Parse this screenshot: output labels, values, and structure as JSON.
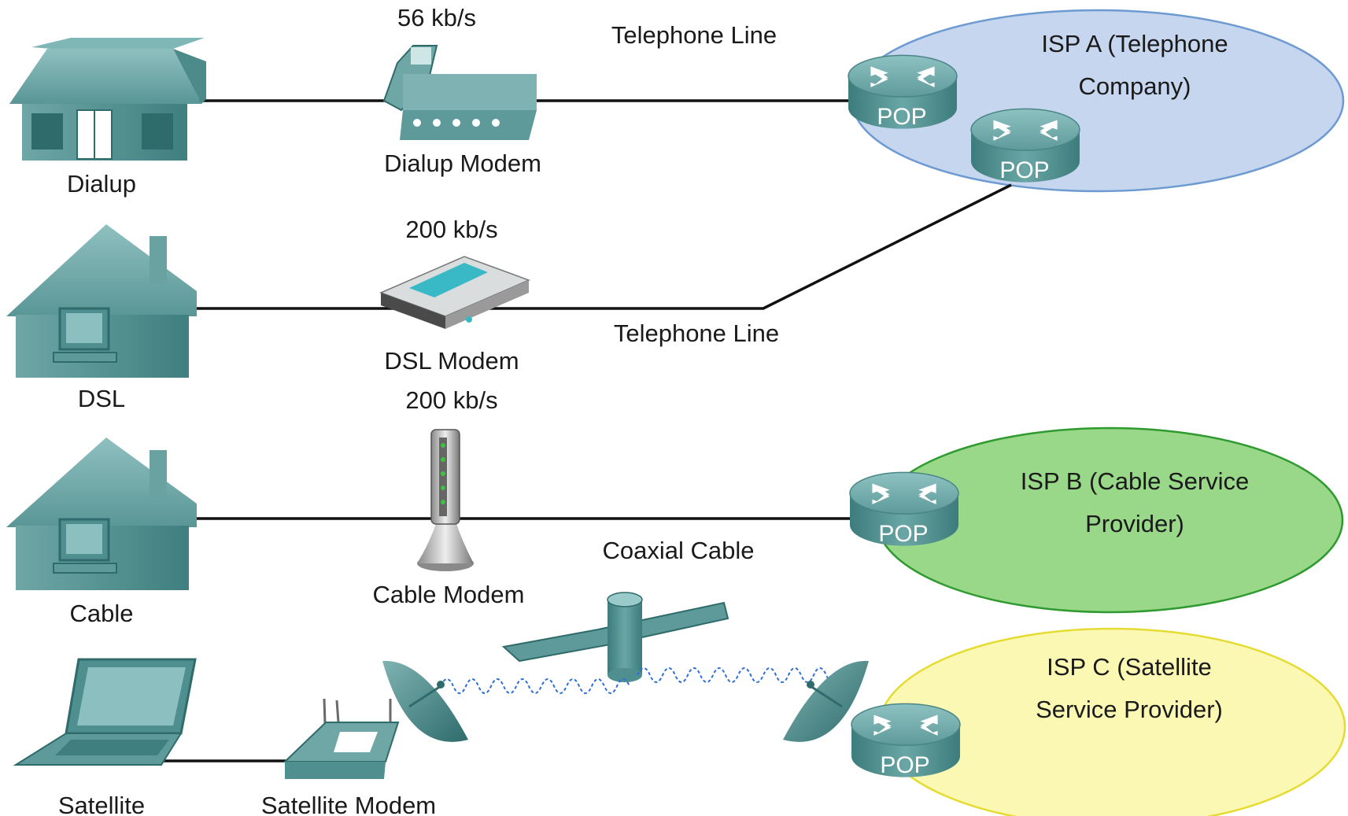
{
  "speeds": {
    "dialup": "56 kb/s",
    "dsl": "200 kb/s",
    "cable": "200 kb/s"
  },
  "connections": {
    "dialup_line": "Telephone Line",
    "dsl_line": "Telephone Line",
    "cable_line": "Coaxial Cable"
  },
  "homes": {
    "dialup": "Dialup",
    "dsl": "DSL",
    "cable": "Cable",
    "satellite": "Satellite"
  },
  "modems": {
    "dialup": "Dialup Modem",
    "dsl": "DSL Modem",
    "cable": "Cable Modem",
    "satellite": "Satellite Modem"
  },
  "isps": {
    "a_line1": "ISP A (Telephone",
    "a_line2": "Company)",
    "b_line1": "ISP B (Cable Service",
    "b_line2": "Provider)",
    "c_line1": "ISP C (Satellite",
    "c_line2": "Service Provider)"
  },
  "pop_label": "POP",
  "colors": {
    "isp_a_fill": "#c5d6ee",
    "isp_a_stroke": "#6d9bd1",
    "isp_b_fill": "#99d889",
    "isp_b_stroke": "#2f9a2f",
    "isp_c_fill": "#fbf8b3",
    "isp_c_stroke": "#e4dc33",
    "device_teal": "#4f8f8f"
  }
}
